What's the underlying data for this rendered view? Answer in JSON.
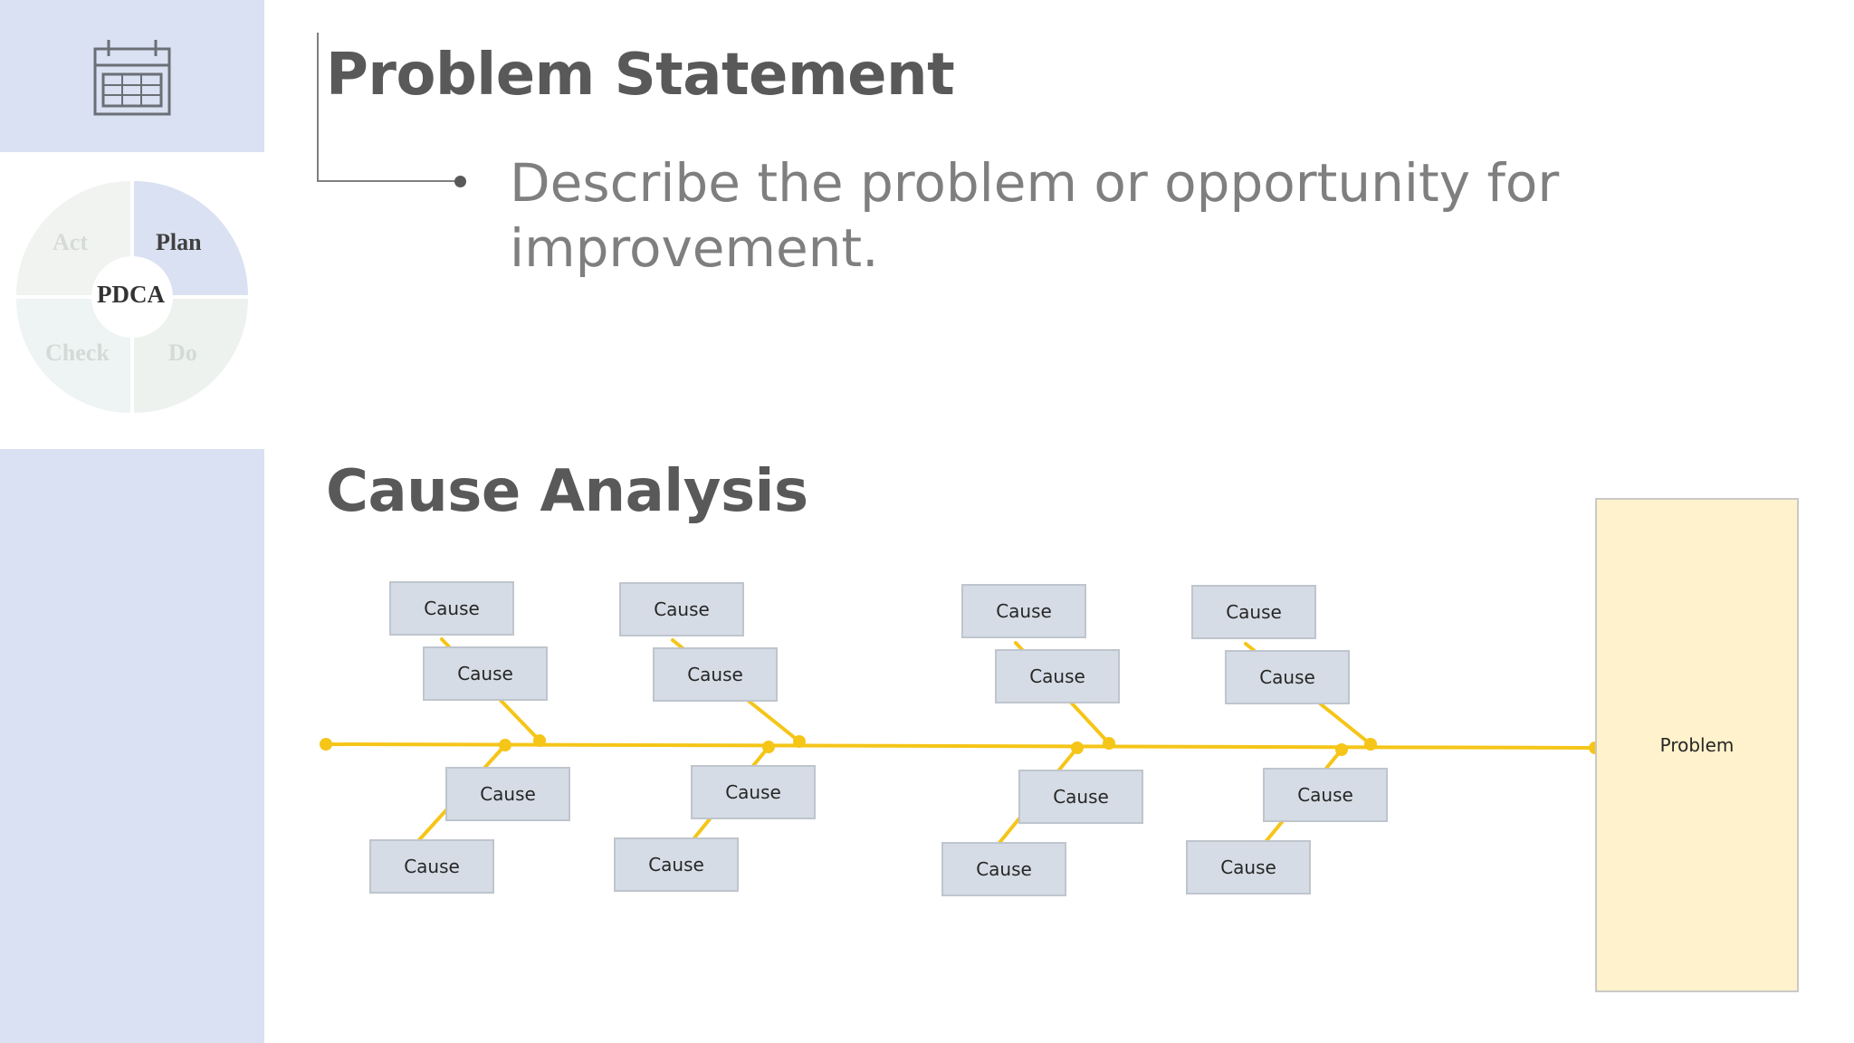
{
  "sidebar": {
    "icon": "calendar-icon",
    "pdca": {
      "center": "PDCA",
      "act": "Act",
      "plan": "Plan",
      "check": "Check",
      "do": "Do",
      "colors": {
        "plan": "#d9e1f2",
        "others": "#eef2ef",
        "hub": "#ffffff"
      }
    }
  },
  "problem_statement": {
    "title": "Problem Statement",
    "bullet": "Describe the problem or opportunity for improvement."
  },
  "cause_analysis": {
    "title": "Cause Analysis",
    "spine_color": "#f5c518",
    "problem_label": "Problem",
    "cause_boxes": [
      "Cause",
      "Cause",
      "Cause",
      "Cause",
      "Cause",
      "Cause",
      "Cause",
      "Cause",
      "Cause",
      "Cause",
      "Cause",
      "Cause",
      "Cause",
      "Cause",
      "Cause",
      "Cause"
    ]
  }
}
